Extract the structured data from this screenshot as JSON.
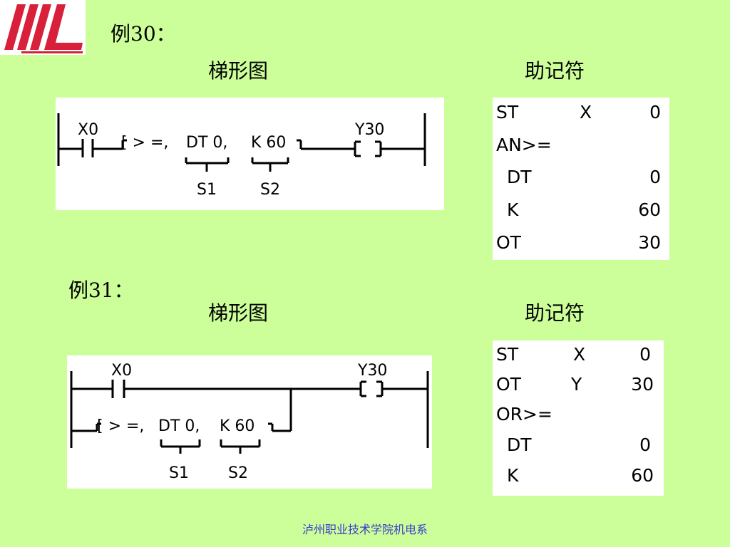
{
  "colors": {
    "background": "#ccff99",
    "logo_red": "#d8203a",
    "footer_text": "#3a3acc"
  },
  "logo": {
    "icon": "red-stripes-L-logo"
  },
  "example30": {
    "title": "例30：",
    "ladder_heading": "梯形图",
    "mnemonic_heading": "助记符",
    "ladder": {
      "contact_label": "X0",
      "compare_op": "[ > =,",
      "operand1": "DT 0,",
      "operand2": "K 60",
      "operand1_tag": "S1",
      "operand2_tag": "S2",
      "coil_label": "Y30",
      "coil_symbol": "[ ]"
    },
    "mnemonics": [
      {
        "op": "ST",
        "dev": "X",
        "num": "0",
        "indent": false
      },
      {
        "op": "AN>=",
        "dev": "",
        "num": "",
        "indent": false
      },
      {
        "op": "DT",
        "dev": "",
        "num": "0",
        "indent": true
      },
      {
        "op": "K",
        "dev": "",
        "num": "60",
        "indent": true
      },
      {
        "op": "OT",
        "dev": "",
        "num": "30",
        "indent": false
      }
    ]
  },
  "example31": {
    "title": "例31：",
    "ladder_heading": "梯形图",
    "mnemonic_heading": "助记符",
    "ladder": {
      "contact_label": "X0",
      "compare_op": "[ > =,",
      "operand1": "DT 0,",
      "operand2": "K 60",
      "operand1_tag": "S1",
      "operand2_tag": "S2",
      "coil_label": "Y30",
      "coil_symbol": "[ ]"
    },
    "mnemonics": [
      {
        "op": "ST",
        "dev": "X",
        "num": "0",
        "indent": false
      },
      {
        "op": "OT",
        "dev": "Y",
        "num": "30",
        "indent": false
      },
      {
        "op": "OR>=",
        "dev": "",
        "num": "",
        "indent": false
      },
      {
        "op": "DT",
        "dev": "",
        "num": "0",
        "indent": true
      },
      {
        "op": "K",
        "dev": "",
        "num": "60",
        "indent": true
      }
    ]
  },
  "footer": {
    "text": "泸州职业技术学院机电系"
  }
}
